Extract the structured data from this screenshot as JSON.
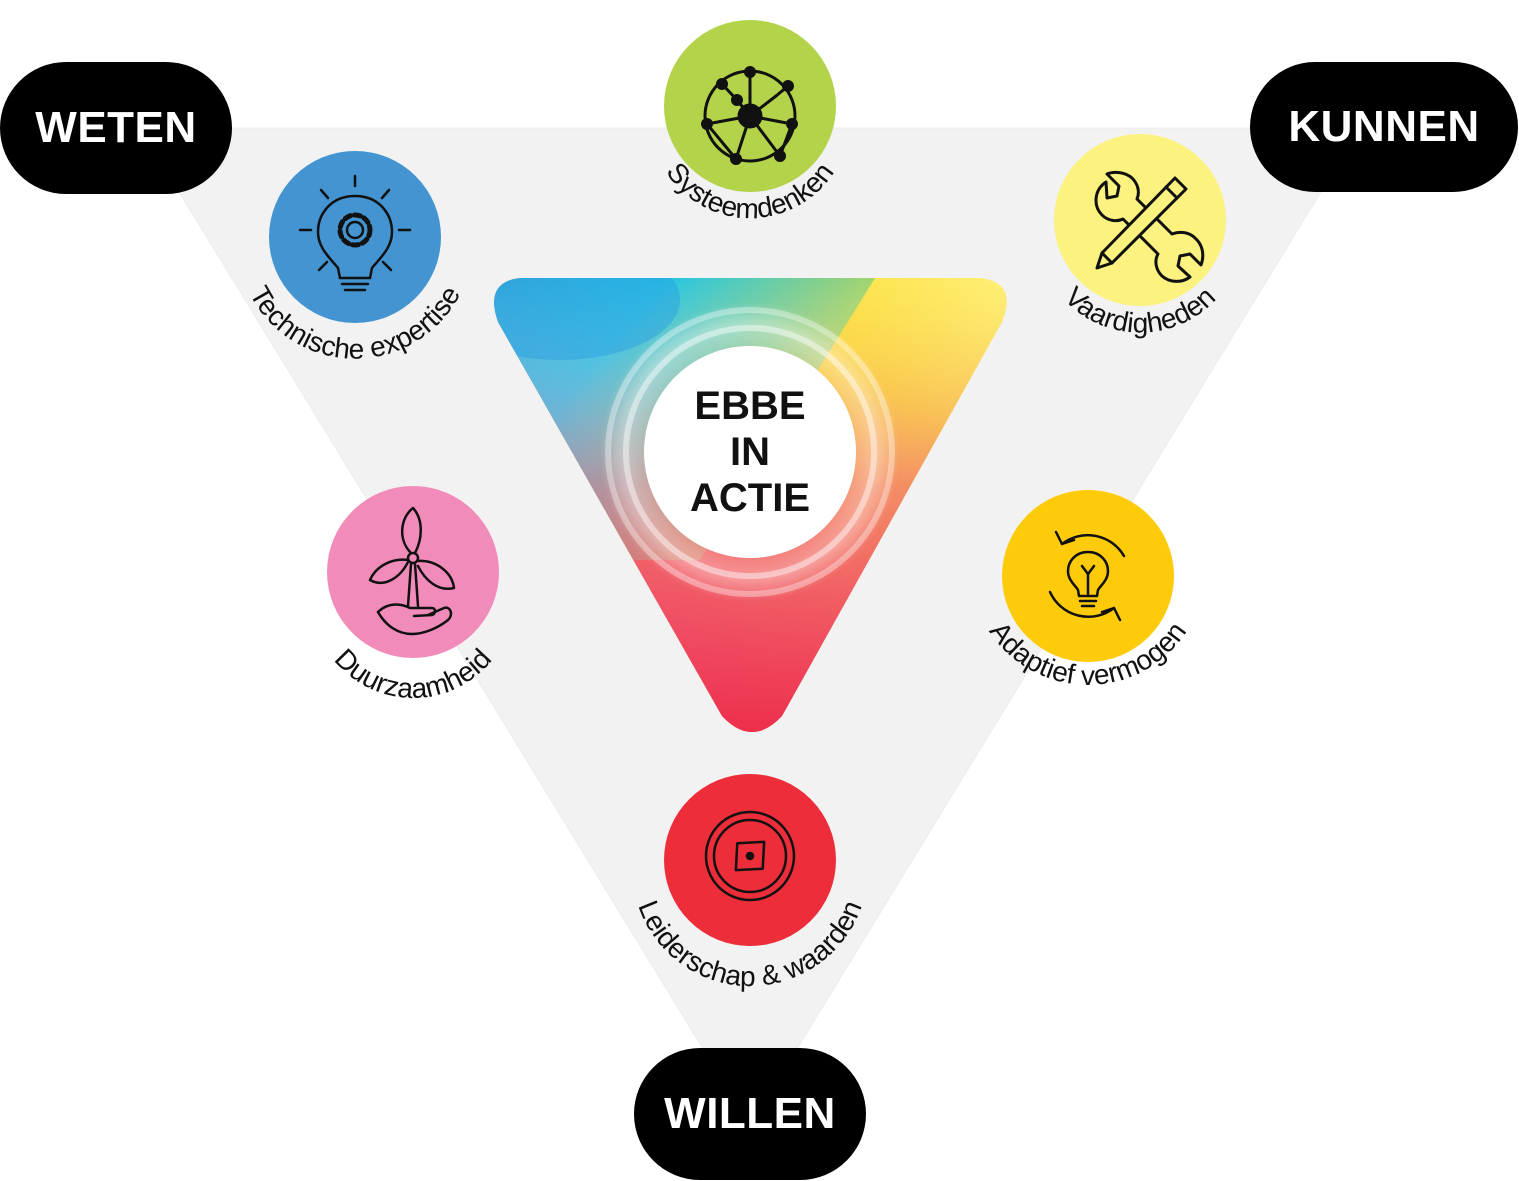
{
  "corners": {
    "weten": "WETEN",
    "kunnen": "KUNNEN",
    "willen": "WILLEN"
  },
  "center": {
    "line1": "EBBE",
    "line2": "IN",
    "line3": "ACTIE"
  },
  "competencies": [
    {
      "label": "Systeemdenken",
      "color": "#b2d34a",
      "icon": "network-icon"
    },
    {
      "label": "Technische expertise",
      "color": "#4394d0",
      "icon": "lightbulb-gear-icon"
    },
    {
      "label": "Vaardigheden",
      "color": "#fcf27f",
      "icon": "wrench-pencil-icon"
    },
    {
      "label": "Duurzaamheid",
      "color": "#f18cba",
      "icon": "wind-turbine-hand-icon"
    },
    {
      "label": "Adaptief vermogen",
      "color": "#fecb0a",
      "icon": "lightbulb-cycle-icon"
    },
    {
      "label": "Leiderschap & waarden",
      "color": "#ee2d3b",
      "icon": "compass-icon"
    }
  ],
  "colors": {
    "background_triangle": "#f2f2f2",
    "pill": "#000000",
    "pill_text": "#ffffff"
  }
}
